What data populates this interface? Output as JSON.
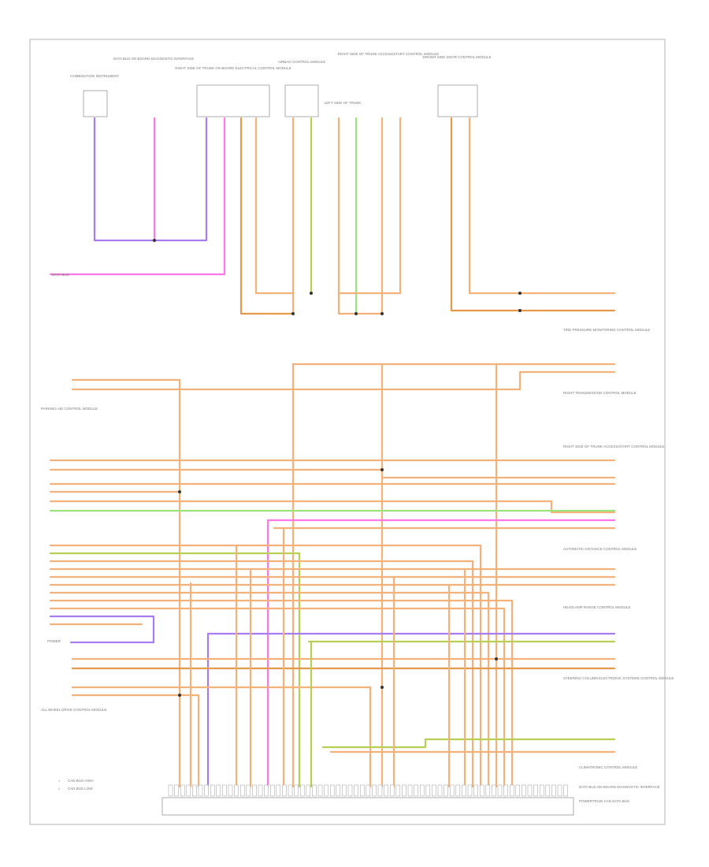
{
  "colors": {
    "orange": "#f4b27a",
    "orange_dark": "#e49a4a",
    "violet": "#a77cf0",
    "pink": "#ff77e6",
    "green": "#9be37a",
    "olive": "#b7cf52",
    "frame": "#b5b5b5"
  },
  "top_components": [
    {
      "id": "c1",
      "label": "COMBINATION INSTRUMENT"
    },
    {
      "id": "c2",
      "label": "DATA BUS ON BOARD DIAGNOSTIC INTERFACE"
    },
    {
      "id": "c3",
      "label": "RIGHT SIDE OF TRUNK ON BOARD ELECTRICAL CONTROL MODULE"
    },
    {
      "id": "c4",
      "label": "AIRBAG CONTROL MODULE"
    },
    {
      "id": "c5",
      "label": "LEFT SIDE OF TRUNK"
    },
    {
      "id": "c6",
      "label": "RIGHT SIDE OF TRUNK ACCESS/START CONTROL MODULE"
    },
    {
      "id": "c7",
      "label": "DRIVER SIDE DOOR CONTROL MODULE"
    }
  ],
  "right_labels": [
    {
      "id": "r1",
      "text": "TIRE PRESSURE MONITORING CONTROL MODULE"
    },
    {
      "id": "r2",
      "text": "RIGHT TRANSMISSION CONTROL MODULE"
    },
    {
      "id": "r3",
      "text": "RIGHT SIDE OF TRUNK ACCESS/START CONTROL MODULE"
    },
    {
      "id": "r4",
      "text": "AUTOMATIC DISTANCE CONTROL MODULE"
    },
    {
      "id": "r5",
      "text": "HEADLAMP RANGE CONTROL MODULE"
    },
    {
      "id": "r6",
      "text": "STEERING COLUMN ELECTRONIC SYSTEMS CONTROL MODULE"
    },
    {
      "id": "r7",
      "text": "CLIMATRONIC CONTROL MODULE"
    },
    {
      "id": "r8",
      "text": "POWERTRAIN CAN DATA BUS"
    }
  ],
  "left_labels": [
    {
      "id": "l1",
      "text": "DATA BUS"
    },
    {
      "id": "l2",
      "text": "PARKING AID CONTROL MODULE"
    },
    {
      "id": "l3",
      "text": "POWER"
    },
    {
      "id": "l4",
      "text": "ALL WHEEL DRIVE CONTROL MODULE"
    }
  ],
  "legend": [
    {
      "id": "g1",
      "text": "CAN BUS HIGH"
    },
    {
      "id": "g2",
      "text": "CAN BUS LOW"
    }
  ],
  "bottom_module": {
    "label": "DATA BUS ON BOARD DIAGNOSTIC INTERFACE"
  },
  "footer": {
    "text": ""
  }
}
